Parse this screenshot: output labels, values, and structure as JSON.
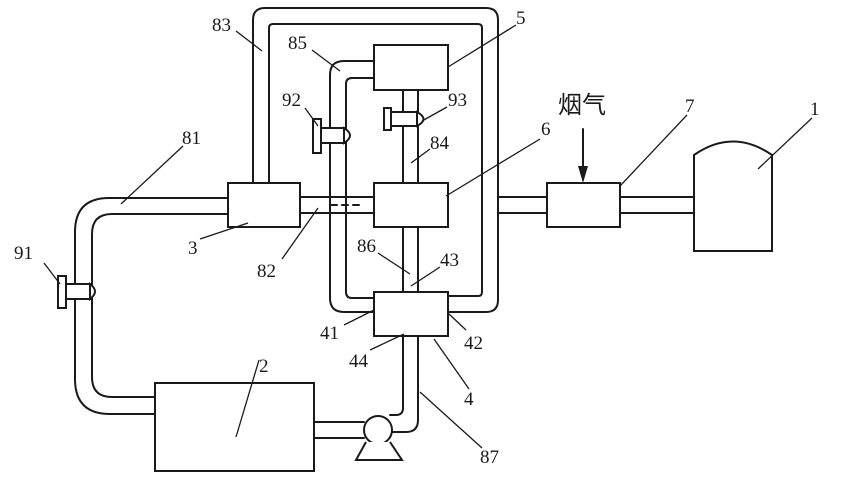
{
  "labels": {
    "l1": "1",
    "l2": "2",
    "l3": "3",
    "l4": "4",
    "l5": "5",
    "l6": "6",
    "l7": "7",
    "l41": "41",
    "l42": "42",
    "l43": "43",
    "l44": "44",
    "l81": "81",
    "l82": "82",
    "l83": "83",
    "l84": "84",
    "l85": "85",
    "l86": "86",
    "l87": "87",
    "l91": "91",
    "l92": "92",
    "l93": "93",
    "flue_gas": "烟气"
  }
}
